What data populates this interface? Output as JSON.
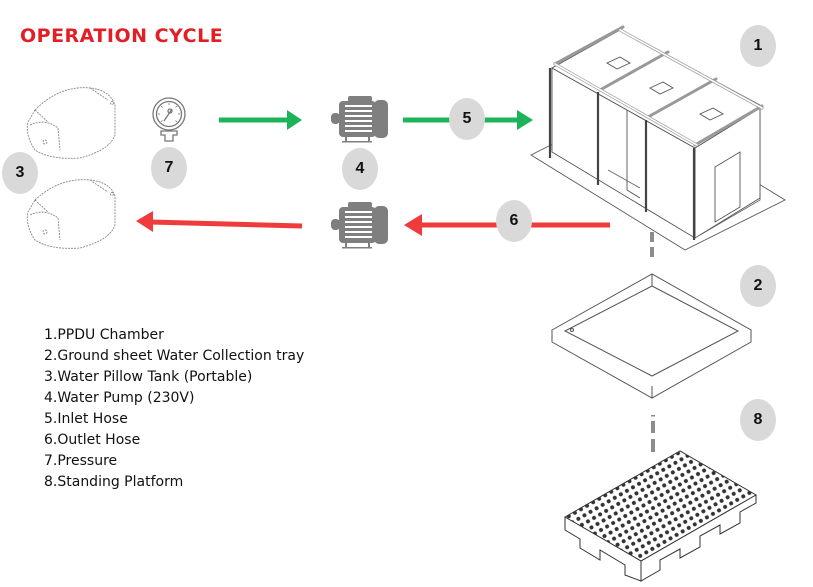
{
  "title": "OPERATION CYCLE",
  "colors": {
    "title": "#e31e24",
    "inlet_arrow": "#1db35a",
    "outlet_arrow": "#ef3b3b",
    "badge_fill": "#d9d9d9",
    "pump_icon": "#7f7f7f",
    "connector": "#8c8c8c"
  },
  "badges": {
    "b1": "1",
    "b2": "2",
    "b3": "3",
    "b4": "4",
    "b5": "5",
    "b6": "6",
    "b7": "7",
    "b8": "8"
  },
  "components": [
    {
      "id": "1",
      "icon": "chamber-icon",
      "name": "PPDU Chamber"
    },
    {
      "id": "2",
      "icon": "tray-icon",
      "name": "Ground sheet Water Collection tray"
    },
    {
      "id": "3",
      "icon": "pillow-tank-icon",
      "name": "Water Pillow Tank (Portable)"
    },
    {
      "id": "4",
      "icon": "pump-icon",
      "name": "Water Pump (230V)"
    },
    {
      "id": "5",
      "icon": "green-arrow-icon",
      "name": "Inlet Hose"
    },
    {
      "id": "6",
      "icon": "red-arrow-icon",
      "name": "Outlet Hose"
    },
    {
      "id": "7",
      "icon": "pressure-gauge-icon",
      "name": "Pressure"
    },
    {
      "id": "8",
      "icon": "platform-icon",
      "name": "Standing Platform"
    }
  ],
  "legend": [
    "1.PPDU Chamber",
    "2.Ground sheet Water Collection tray",
    "3.Water Pillow Tank (Portable)",
    "4.Water Pump (230V)",
    "5.Inlet Hose",
    "6.Outlet Hose",
    "7.Pressure",
    "8.Standing Platform"
  ]
}
